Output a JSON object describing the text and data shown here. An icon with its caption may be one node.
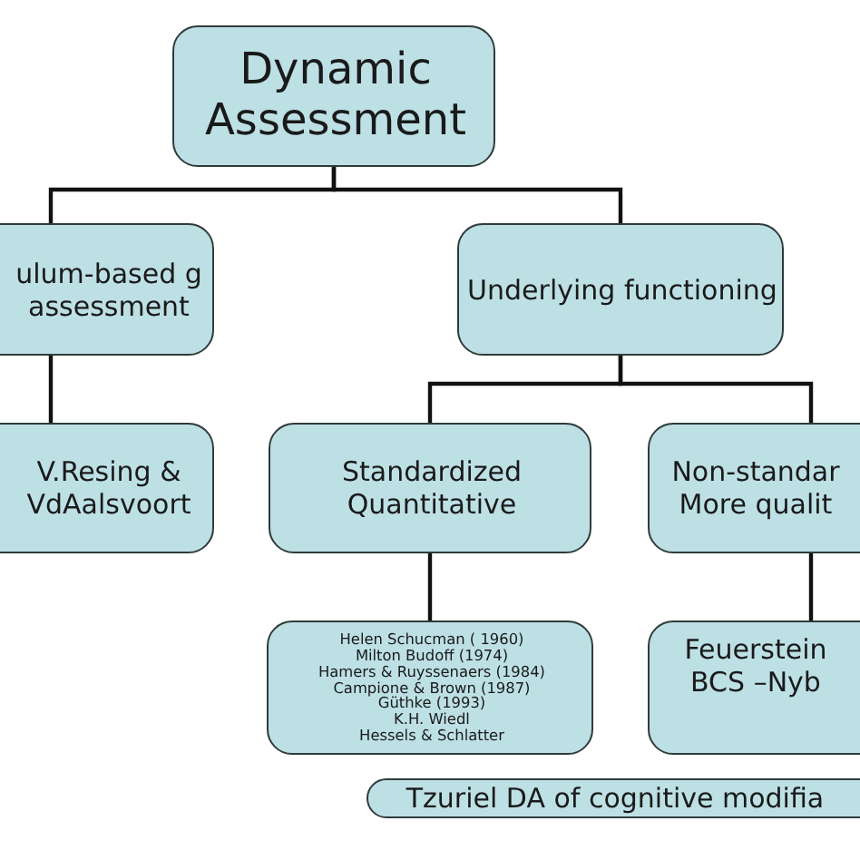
{
  "diagram": {
    "nodes": [
      {
        "text": [
          "Dynamic Assessment"
        ]
      },
      {
        "text": [
          "ulum-based g assessment"
        ]
      },
      {
        "text": [
          "Underlying functioning"
        ]
      },
      {
        "text": [
          "V.Resing & VdAalsvoort"
        ]
      },
      {
        "text": [
          "Standardized Quantitative"
        ]
      },
      {
        "text": [
          "Non-standar More qualit"
        ]
      },
      {
        "text": [
          "Helen Schucman ( 1960)",
          "Milton Budoff (1974)",
          "Hamers & Ruyssenaers (1984)",
          "Campione & Brown (1987)",
          "Güthke (1993)",
          "K.H. Wiedl",
          "Hessels & Schlatter"
        ]
      },
      {
        "text": [
          "Feuerstein",
          "BCS –Nyb"
        ]
      },
      {
        "text": [
          "Tzuriel DA of cognitive modifia"
        ]
      }
    ],
    "edges": [
      {
        "from": 0,
        "to": 1,
        "arrow": "none"
      },
      {
        "from": 0,
        "to": 2,
        "arrow": "none"
      },
      {
        "from": 1,
        "to": 3,
        "arrow": "none"
      },
      {
        "from": 2,
        "to": 4,
        "arrow": "none"
      },
      {
        "from": 2,
        "to": 5,
        "arrow": "none"
      },
      {
        "from": 4,
        "to": 6,
        "arrow": "none"
      },
      {
        "from": 5,
        "to": 7,
        "arrow": "none"
      }
    ]
  }
}
